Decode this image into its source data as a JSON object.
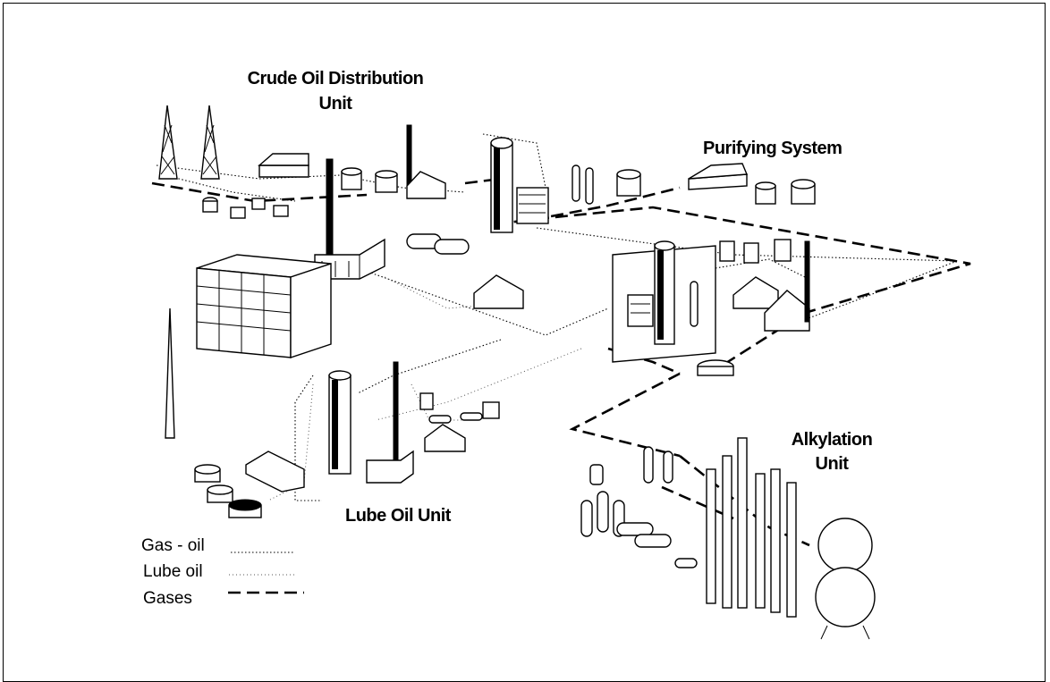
{
  "labels": {
    "crude_oil_line1": "Crude Oil Distribution",
    "crude_oil_line2": "Unit",
    "purifying": "Purifying System",
    "alkylation_line1": "Alkylation",
    "alkylation_line2": "Unit",
    "lube_oil_unit": "Lube Oil Unit"
  },
  "legend": {
    "gas_oil": "Gas - oil",
    "lube_oil": "Lube oil",
    "gases": "Gases"
  }
}
